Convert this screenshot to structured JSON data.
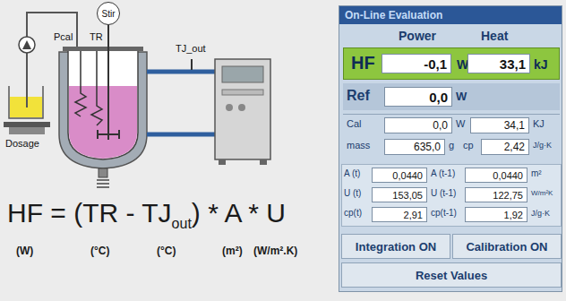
{
  "diagram": {
    "nodes": [
      {
        "text": [
          "Stir"
        ]
      },
      {
        "text": [
          "On-Line Evaluation"
        ]
      },
      {
        "text": [
          "HF",
          "W",
          "kJ"
        ],
        "in": 1
      },
      {
        "text": [
          "-0,1"
        ],
        "in": 2
      },
      {
        "text": [
          "33,1"
        ],
        "in": 2
      },
      {
        "text": [
          "0,0"
        ],
        "in": 1
      },
      {
        "text": [
          "0,0"
        ],
        "in": 1
      },
      {
        "text": [
          "34,1"
        ],
        "in": 1
      },
      {
        "text": [
          "635,0"
        ],
        "in": 1
      },
      {
        "text": [
          "2,42"
        ],
        "in": 1
      },
      {
        "text": [
          "0,0440"
        ],
        "in": 1
      },
      {
        "text": [
          "0,0440"
        ],
        "in": 1
      },
      {
        "text": [
          "153,05"
        ],
        "in": 1
      },
      {
        "text": [
          "122,75"
        ],
        "in": 1
      },
      {
        "text": [
          "2,91"
        ],
        "in": 1
      },
      {
        "text": [
          "1,92"
        ],
        "in": 1
      },
      {
        "text": [
          "Integration ON"
        ],
        "in": 1
      },
      {
        "text": [
          "Calibration ON"
        ],
        "in": 1
      },
      {
        "text": [
          "Reset Values"
        ],
        "in": 1
      }
    ],
    "labels": [
      "Pcal",
      "TR",
      "TJ_out",
      "Dosage",
      "HF = (TR - TJ",
      "out",
      ") * A * U",
      "(W)",
      "(°C)",
      "(°C)",
      "(m²)",
      "(W/m².K)",
      "Power",
      "Heat",
      "Ref",
      "W",
      "Cal",
      "W",
      "KJ",
      "mass",
      "g",
      "cp",
      "J/g·K",
      "A (t)",
      "A (t-1)",
      "m²",
      "U (t)",
      "U (t-1)",
      "W/m²K",
      "cp(t)",
      "cp(t-1)",
      "J/g·K"
    ]
  }
}
